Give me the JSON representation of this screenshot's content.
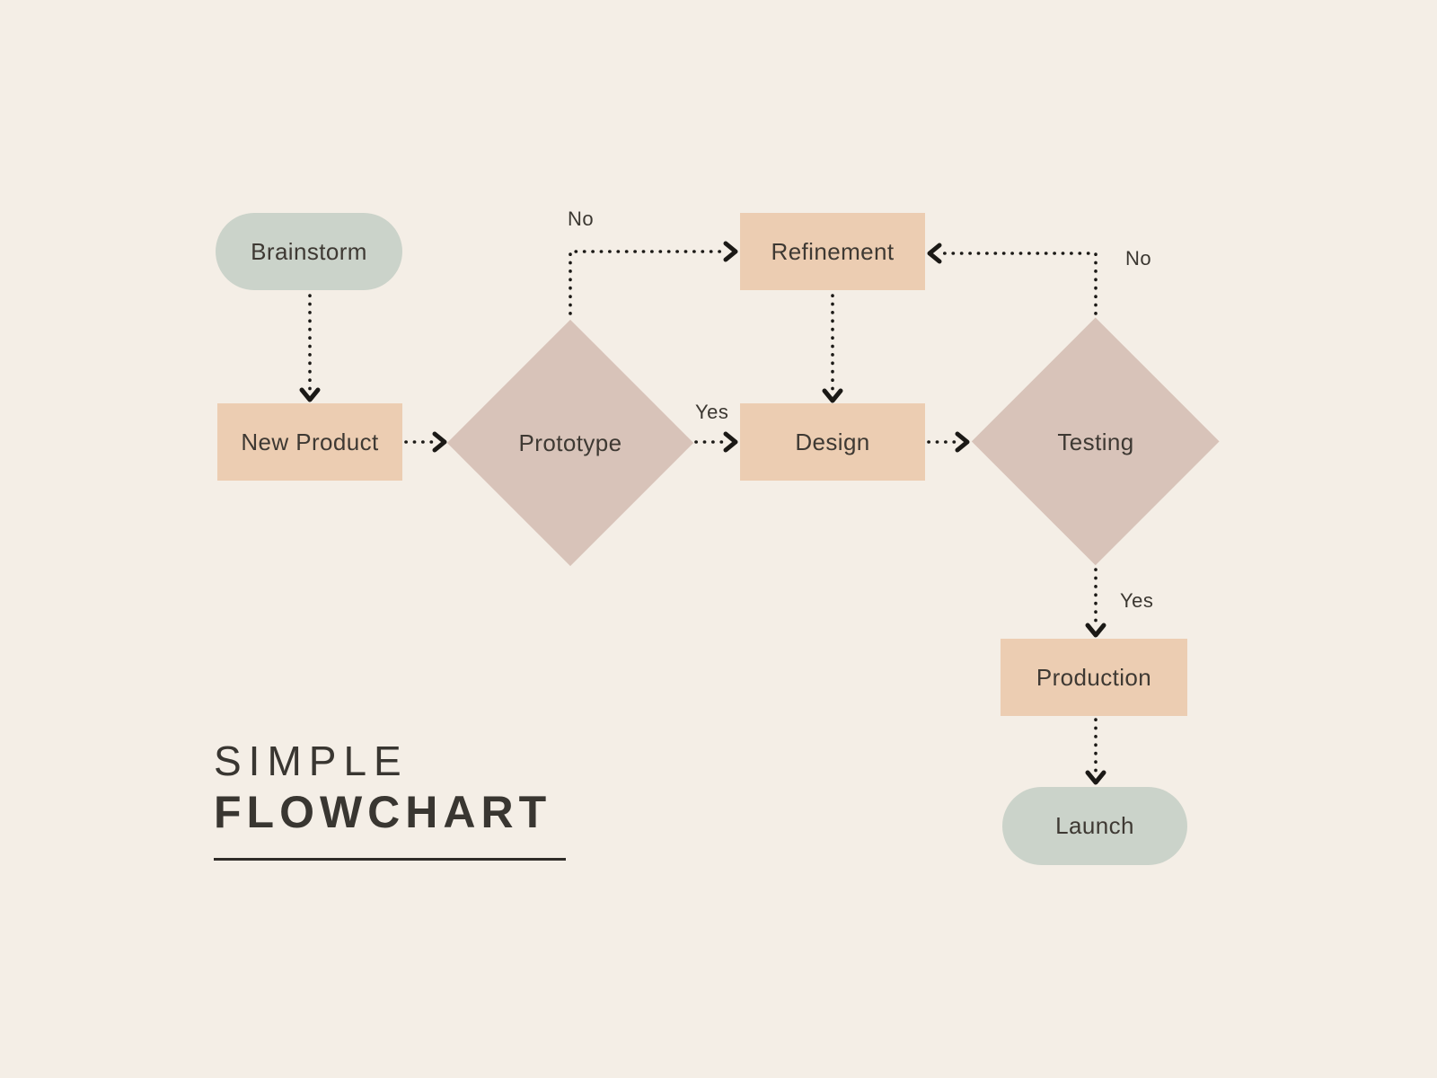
{
  "title": {
    "line1": "SIMPLE",
    "line2": "FLOWCHART"
  },
  "nodes": {
    "brainstorm": {
      "label": "Brainstorm",
      "type": "terminator"
    },
    "new_product": {
      "label": "New Product",
      "type": "process"
    },
    "prototype": {
      "label": "Prototype",
      "type": "decision"
    },
    "refinement": {
      "label": "Refinement",
      "type": "process"
    },
    "design": {
      "label": "Design",
      "type": "process"
    },
    "testing": {
      "label": "Testing",
      "type": "decision"
    },
    "production": {
      "label": "Production",
      "type": "process"
    },
    "launch": {
      "label": "Launch",
      "type": "terminator"
    }
  },
  "edge_labels": {
    "prototype_no": "No",
    "prototype_yes": "Yes",
    "testing_no": "No",
    "testing_yes": "Yes"
  },
  "colors": {
    "bg": "#f4eee6",
    "sage": "#cbd3ca",
    "peach": "#eccdb2",
    "rose": "#d8c3b9",
    "ink": "#1b1916",
    "node-text": "#3e3933",
    "label-text": "#3b3731",
    "title": "#393631"
  }
}
